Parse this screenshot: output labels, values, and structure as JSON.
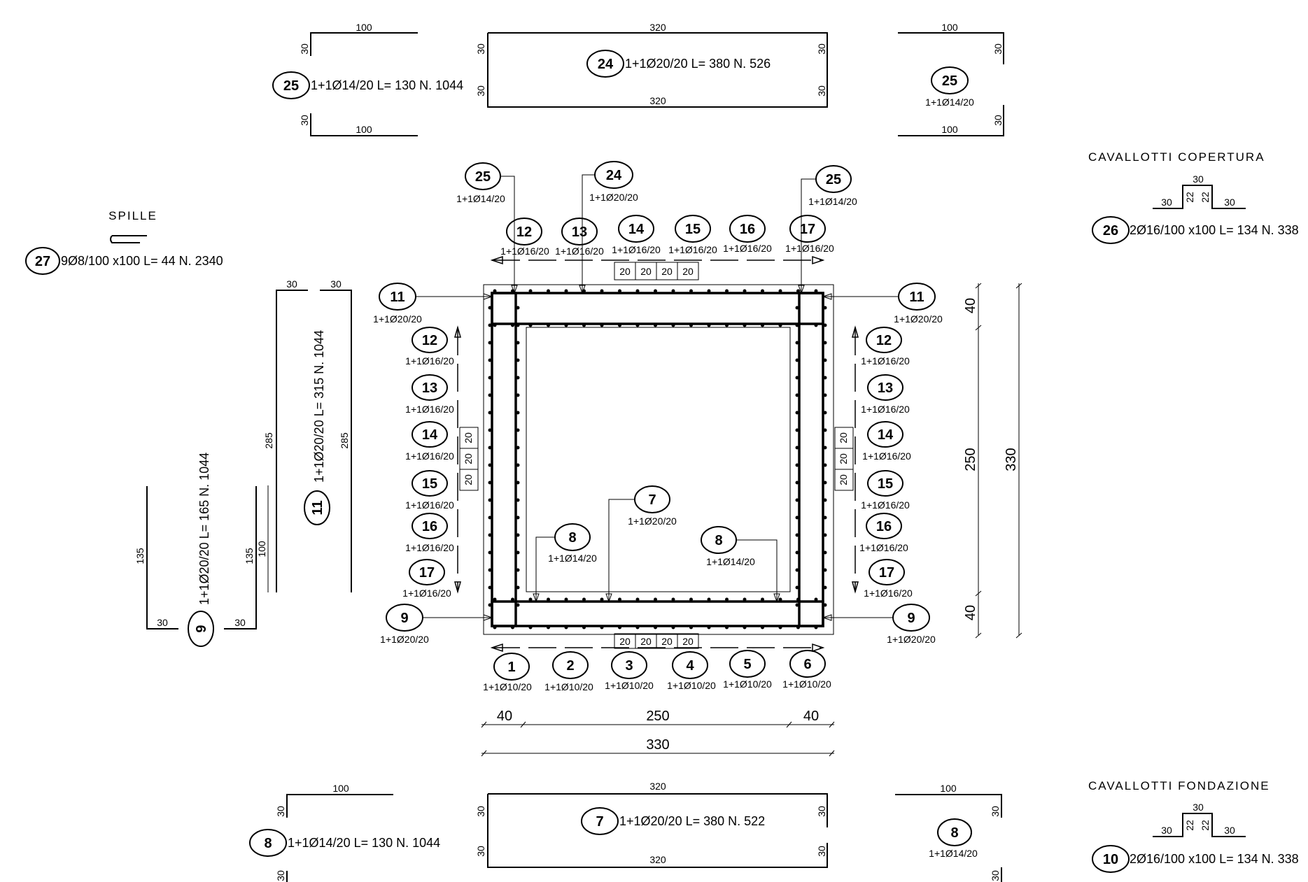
{
  "bubbles": {
    "b24": "24",
    "b25": "25",
    "b26": "26",
    "b27": "27",
    "b11": "11",
    "b9": "9",
    "b7": "7",
    "b8": "8",
    "b10": "10",
    "b12": "12",
    "b13": "13",
    "b14": "14",
    "b15": "15",
    "b16": "16",
    "b17": "17",
    "b1": "1",
    "b2": "2",
    "b3": "3",
    "b4": "4",
    "b5": "5",
    "b6": "6"
  },
  "bars": {
    "d24": "1+1Ø20/20",
    "d25": "1+1Ø14/20",
    "d11": "1+1Ø20/20",
    "d9": "1+1Ø20/20",
    "d7": "1+1Ø20/20",
    "d8": "1+1Ø14/20",
    "dsmall": "1+1Ø16/20",
    "dbottom": "1+1Ø10/20"
  },
  "schedules": {
    "s24": "1+1Ø20/20 L= 380 N. 526",
    "s25": "1+1Ø14/20 L= 130 N. 1044",
    "s26": "2Ø16/100 x100 L= 134 N. 338",
    "s27": "9Ø8/100 x100 L= 44 N. 2340",
    "s11": "1+1Ø20/20 L= 315 N. 1044",
    "s9": "1+1Ø20/20 L= 165 N. 1044",
    "s7": "1+1Ø20/20 L= 380 N. 522",
    "s8": "1+1Ø14/20 L= 130 N. 1044",
    "s10": "2Ø16/100 x100 L= 134 N. 338"
  },
  "headings": {
    "spille": "SPILLE",
    "cav_cop": "CAVALLOTTI COPERTURA",
    "cav_fond": "CAVALLOTTI FONDAZIONE"
  },
  "dims": {
    "d100": "100",
    "d320": "320",
    "d30": "30",
    "d22": "22",
    "d20": "20",
    "d285": "285",
    "d135": "135",
    "d40": "40",
    "d250": "250",
    "d330": "330"
  }
}
